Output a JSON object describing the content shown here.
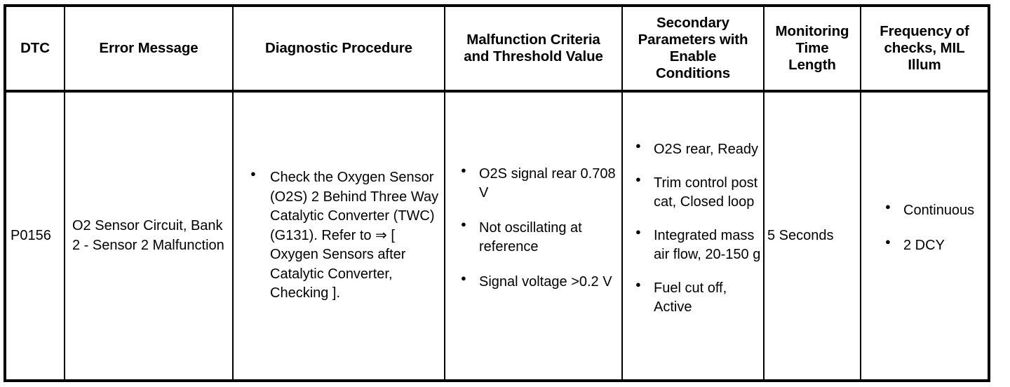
{
  "table": {
    "columns": [
      {
        "key": "dtc",
        "header": "DTC"
      },
      {
        "key": "error",
        "header": "Error Message"
      },
      {
        "key": "diag",
        "header": "Diagnostic Procedure"
      },
      {
        "key": "malf",
        "header_line1": "Malfunction Criteria",
        "header_line2": "and Threshold Value"
      },
      {
        "key": "sec",
        "header_line1": "Secondary",
        "header_line2": "Parameters with",
        "header_line3": "Enable",
        "header_line4": "Conditions"
      },
      {
        "key": "mon",
        "header_line1": "Monitoring",
        "header_line2": "Time",
        "header_line3": "Length"
      },
      {
        "key": "freq",
        "header_line1": "Frequency of",
        "header_line2": "checks, MIL",
        "header_line3": "Illum"
      }
    ],
    "rows": [
      {
        "dtc": "P0156",
        "error": "O2 Sensor Circuit, Bank 2 - Sensor 2 Malfunction",
        "diagnostic_procedure": [
          "Check the Oxygen Sensor (O2S) 2 Behind Three Way Catalytic Converter (TWC) (G131). Refer to ⇒ [ Oxygen Sensors after Catalytic Converter, Checking ]."
        ],
        "malfunction_criteria": [
          "O2S signal rear 0.708 V",
          "Not oscillating at reference",
          "Signal voltage >0.2 V"
        ],
        "secondary_parameters": [
          "O2S rear, Ready",
          "Trim control post cat, Closed loop",
          "Integrated mass air flow, 20-150 g",
          "Fuel cut off, Active"
        ],
        "monitoring_time_length": "5 Seconds",
        "frequency_of_checks": [
          "Continuous",
          "2 DCY"
        ]
      }
    ]
  },
  "colors": {
    "border": "#000000",
    "background": "#ffffff",
    "text": "#000000"
  }
}
